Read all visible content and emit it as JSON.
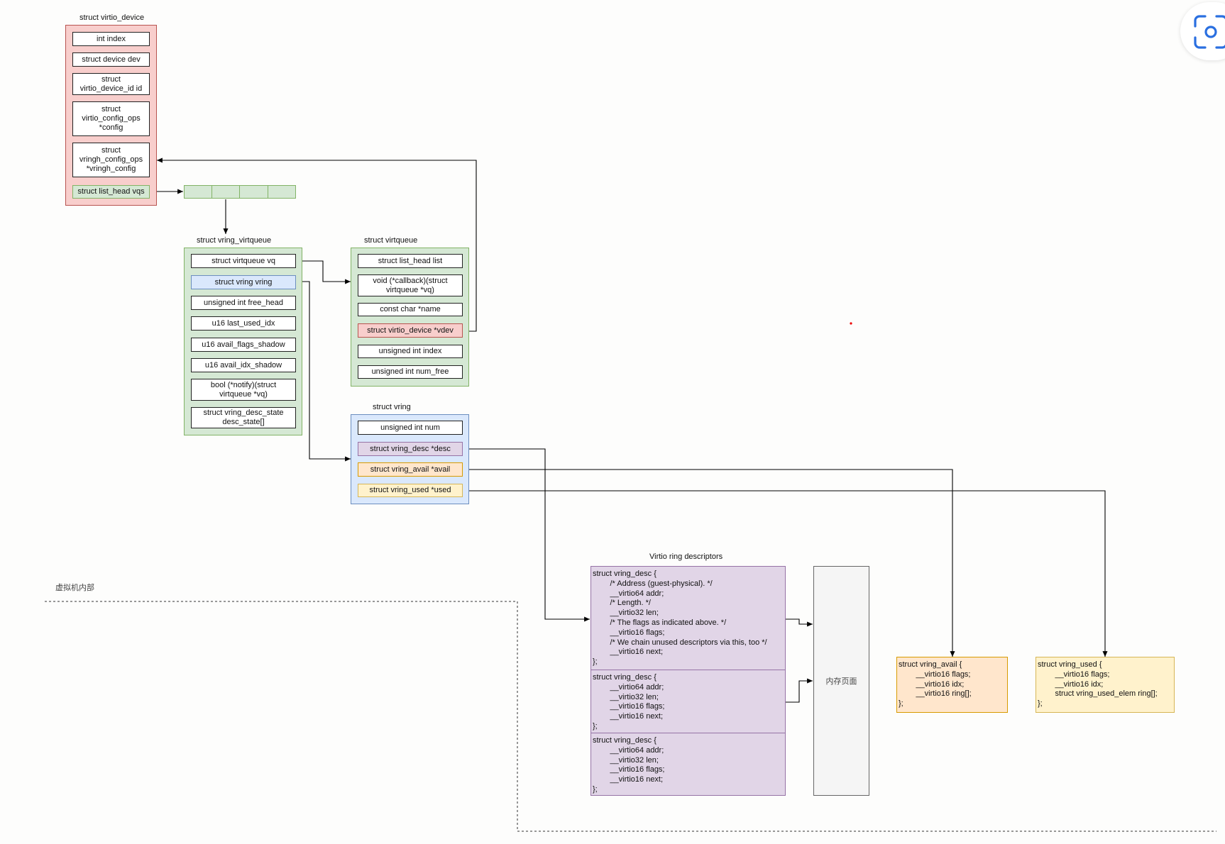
{
  "virtio_device": {
    "title": "struct virtio_device",
    "fields": [
      "int index",
      "struct device dev",
      "struct\nvirtio_device_id id",
      "struct\nvirtio_config_ops\n*config",
      "struct\nvringh_config_ops\n*vringh_config",
      "struct list_head vqs"
    ]
  },
  "vring_virtqueue": {
    "title": "struct vring_virtqueue",
    "fields": [
      "struct virtqueue vq",
      "struct vring vring",
      "unsigned int free_head",
      "u16 last_used_idx",
      "u16 avail_flags_shadow",
      "u16 avail_idx_shadow",
      "bool (*notify)(struct\nvirtqueue *vq)",
      "struct vring_desc_state\ndesc_state[]"
    ]
  },
  "virtqueue": {
    "title": "struct virtqueue",
    "fields": [
      "struct list_head list",
      "void (*callback)(struct\nvirtqueue *vq)",
      "const char *name",
      "struct virtio_device *vdev",
      "unsigned int index",
      "unsigned int num_free"
    ]
  },
  "vring": {
    "title": "struct vring",
    "fields": [
      "unsigned int num",
      "struct vring_desc *desc",
      "struct vring_avail *avail",
      "struct vring_used *used"
    ]
  },
  "descriptors": {
    "title": "Virtio ring descriptors",
    "blocks": [
      "struct vring_desc {\n        /* Address (guest-physical). */\n        __virtio64 addr;\n        /* Length. */\n        __virtio32 len;\n        /* The flags as indicated above. */\n        __virtio16 flags;\n        /* We chain unused descriptors via this, too */\n        __virtio16 next;\n};",
      "struct vring_desc {\n        __virtio64 addr;\n        __virtio32 len;\n        __virtio16 flags;\n        __virtio16 next;\n};",
      "struct vring_desc {\n        __virtio64 addr;\n        __virtio32 len;\n        __virtio16 flags;\n        __virtio16 next;\n};"
    ]
  },
  "memory_page": {
    "label": "内存页面"
  },
  "vring_avail": {
    "code": "struct vring_avail {\n        __virtio16 flags;\n        __virtio16 idx;\n        __virtio16 ring[];\n};"
  },
  "vring_used": {
    "code": "struct vring_used {\n        __virtio16 flags;\n        __virtio16 idx;\n        struct vring_used_elem ring[];\n};"
  },
  "vm_region": {
    "label": "虚拟机内部"
  },
  "colors": {
    "red_fill": "#f8cecc",
    "red_border": "#b85450",
    "green_fill": "#d5e8d4",
    "green_border": "#82b366",
    "blue_fill": "#dae8fc",
    "blue_border": "#6c8ebf",
    "purple_fill": "#e1d5e7",
    "purple_border": "#9673a6",
    "orange_fill": "#ffe6cc",
    "orange_border": "#d79b00",
    "yellow_fill": "#fff2cc",
    "yellow_border": "#d6b656",
    "gray_fill": "#f5f5f5",
    "gray_border": "#666666"
  },
  "icons": {
    "screenshot_button": "screenshot-icon"
  }
}
